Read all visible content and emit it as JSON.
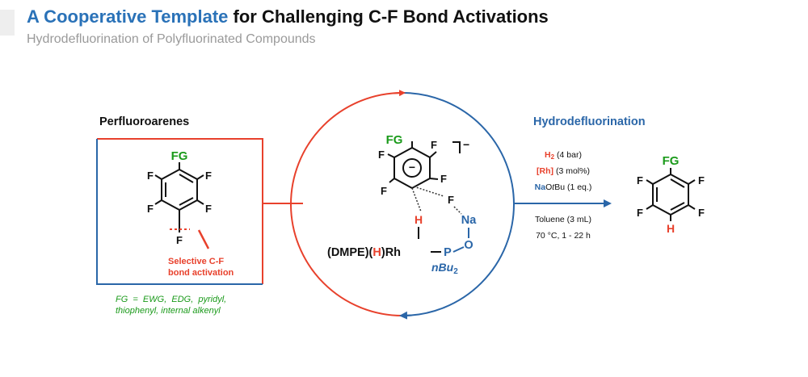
{
  "header": {
    "title_highlight": "A Cooperative Template",
    "title_rest": " for Challenging C-F Bond Activations",
    "subtitle": "Hydrodefluorination of Polyfluorinated Compounds"
  },
  "left": {
    "heading": "Perfluoroarenes",
    "fg": "FG",
    "f": "F",
    "annotation_line1": "Selective C-F",
    "annotation_line2": "bond activation",
    "scope_line1": "FG  =  EWG,  EDG,  pyridyl,",
    "scope_line2": "thiophenyl, internal alkenyl"
  },
  "center": {
    "fg": "FG",
    "f": "F",
    "charge": "−",
    "ring_minus": "−",
    "h": "H",
    "na": "Na",
    "o": "O",
    "p": "P",
    "dmpe": "(DMPE)(",
    "h2": "H",
    "rh": ")Rh",
    "nbu": "nBu",
    "sub2": "2"
  },
  "right": {
    "heading": "Hydrodefluorination",
    "cond1_a": "H",
    "cond1_sub": "2",
    "cond1_b": " (4 bar)",
    "cond2_a": "[Rh]",
    "cond2_b": " (3 mol%)",
    "cond3_a": "Na",
    "cond3_b": "O",
    "cond3_c": "t",
    "cond3_d": "Bu (1 eq.)",
    "cond4": "Toluene (3 mL)",
    "cond5": "70 °C, 1 - 22 h",
    "fg": "FG",
    "f": "F",
    "h": "H"
  },
  "colors": {
    "red": "#e8412c",
    "blue": "#2a66a8",
    "green": "#1a9a1a",
    "title_blue": "#2a72b8"
  }
}
